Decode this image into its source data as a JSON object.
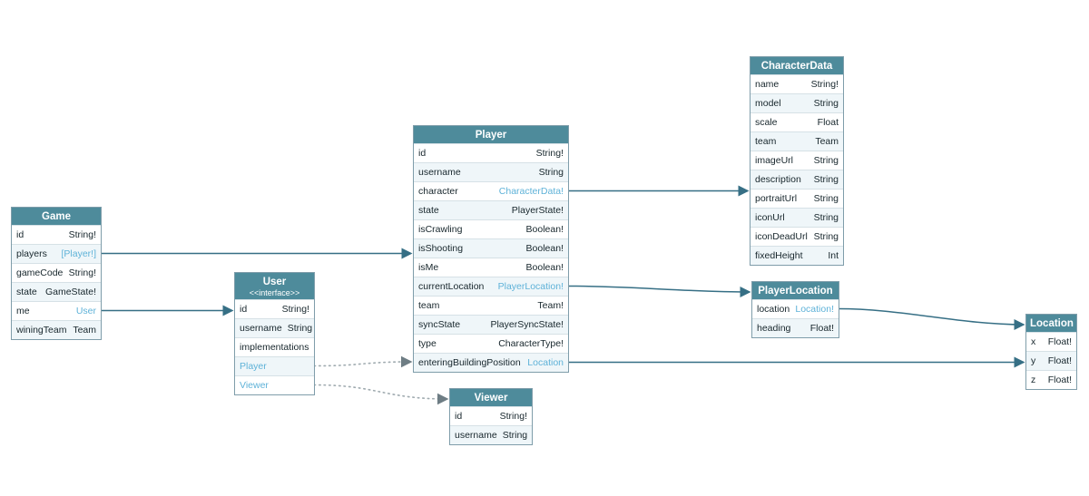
{
  "colors": {
    "header_bg": "#4e8b9b",
    "header_text": "#ffffff",
    "table_border": "#7f9daa",
    "row_border": "#d6e1e6",
    "row_bg": "#ffffff",
    "row_alt_bg": "#eff6f9",
    "field_text": "#17262c",
    "link_text": "#5eb2d8",
    "arrow_solid": "#366f85",
    "arrow_dotted": "#a0abb0",
    "arrow_dotted_head": "#6e7d84"
  },
  "tables": [
    {
      "id": "game",
      "title": "Game",
      "fields": [
        {
          "name": "id",
          "type": "String!"
        },
        {
          "name": "players",
          "type": "[Player!]",
          "link": true
        },
        {
          "name": "gameCode",
          "type": "String!"
        },
        {
          "name": "state",
          "type": "GameState!"
        },
        {
          "name": "me",
          "type": "User",
          "link": true
        },
        {
          "name": "winingTeam",
          "type": "Team"
        }
      ]
    },
    {
      "id": "user",
      "title": "User",
      "subtitle": "<<interface>>",
      "fields": [
        {
          "name": "id",
          "type": "String!"
        },
        {
          "name": "username",
          "type": "String"
        },
        {
          "name": "implementations",
          "type": "",
          "section": true
        },
        {
          "name": "Player",
          "type": "",
          "impl": true
        },
        {
          "name": "Viewer",
          "type": "",
          "impl": true
        }
      ]
    },
    {
      "id": "player",
      "title": "Player",
      "fields": [
        {
          "name": "id",
          "type": "String!"
        },
        {
          "name": "username",
          "type": "String"
        },
        {
          "name": "character",
          "type": "CharacterData!",
          "link": true
        },
        {
          "name": "state",
          "type": "PlayerState!"
        },
        {
          "name": "isCrawling",
          "type": "Boolean!"
        },
        {
          "name": "isShooting",
          "type": "Boolean!"
        },
        {
          "name": "isMe",
          "type": "Boolean!"
        },
        {
          "name": "currentLocation",
          "type": "PlayerLocation!",
          "link": true
        },
        {
          "name": "team",
          "type": "Team!"
        },
        {
          "name": "syncState",
          "type": "PlayerSyncState!"
        },
        {
          "name": "type",
          "type": "CharacterType!"
        },
        {
          "name": "enteringBuildingPosition",
          "type": "Location",
          "link": true
        }
      ]
    },
    {
      "id": "viewer",
      "title": "Viewer",
      "fields": [
        {
          "name": "id",
          "type": "String!"
        },
        {
          "name": "username",
          "type": "String"
        }
      ]
    },
    {
      "id": "characterData",
      "title": "CharacterData",
      "fields": [
        {
          "name": "name",
          "type": "String!"
        },
        {
          "name": "model",
          "type": "String"
        },
        {
          "name": "scale",
          "type": "Float"
        },
        {
          "name": "team",
          "type": "Team"
        },
        {
          "name": "imageUrl",
          "type": "String"
        },
        {
          "name": "description",
          "type": "String"
        },
        {
          "name": "portraitUrl",
          "type": "String"
        },
        {
          "name": "iconUrl",
          "type": "String"
        },
        {
          "name": "iconDeadUrl",
          "type": "String"
        },
        {
          "name": "fixedHeight",
          "type": "Int"
        }
      ]
    },
    {
      "id": "playerLocation",
      "title": "PlayerLocation",
      "fields": [
        {
          "name": "location",
          "type": "Location!",
          "link": true
        },
        {
          "name": "heading",
          "type": "Float!"
        }
      ]
    },
    {
      "id": "location",
      "title": "Location",
      "fields": [
        {
          "name": "x",
          "type": "Float!"
        },
        {
          "name": "y",
          "type": "Float!"
        },
        {
          "name": "z",
          "type": "Float!"
        }
      ]
    }
  ],
  "connections": [
    {
      "from": "game",
      "field": "players",
      "to": "player",
      "style": "solid"
    },
    {
      "from": "game",
      "field": "me",
      "to": "user",
      "style": "solid"
    },
    {
      "from": "player",
      "field": "character",
      "to": "characterData",
      "style": "solid"
    },
    {
      "from": "player",
      "field": "currentLocation",
      "to": "playerLocation",
      "style": "solid"
    },
    {
      "from": "player",
      "field": "enteringBuildingPosition",
      "to": "location",
      "style": "solid"
    },
    {
      "from": "playerLocation",
      "field": "location",
      "to": "location",
      "style": "solid"
    },
    {
      "from": "user",
      "field": "Player",
      "to": "player",
      "style": "dotted"
    },
    {
      "from": "user",
      "field": "Viewer",
      "to": "viewer",
      "style": "dotted"
    }
  ]
}
